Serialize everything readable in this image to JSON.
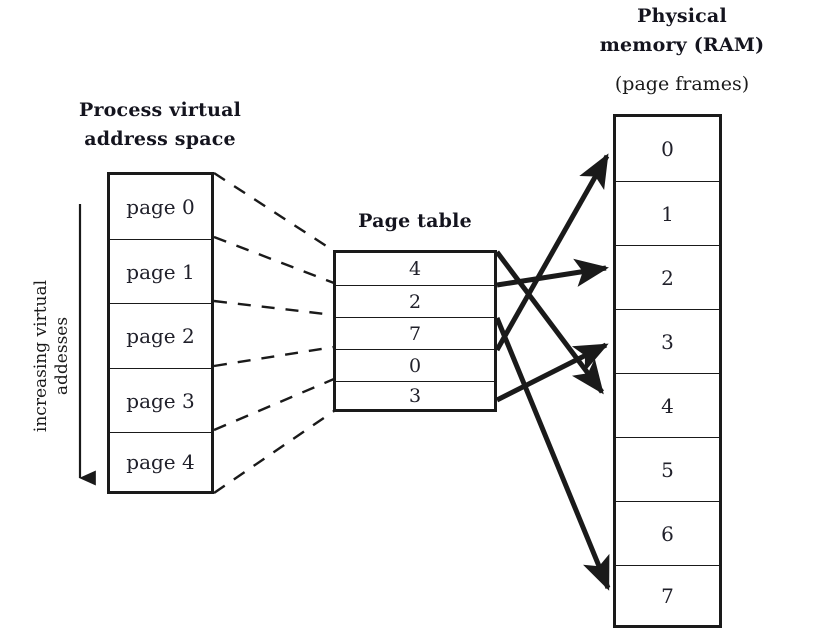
{
  "diagram": {
    "labels": {
      "vas_title": "Process virtual\naddress space",
      "page_table_title": "Page table",
      "ram_title": "Physical\nmemory (RAM)",
      "ram_subtitle": "(page frames)",
      "increasing_addresses": "increasing virtual\naddesses"
    },
    "virtual_address_space": {
      "pages": [
        "page 0",
        "page 1",
        "page 2",
        "page 3",
        "page 4"
      ]
    },
    "page_table": {
      "entries": [
        "4",
        "2",
        "7",
        "0",
        "3"
      ]
    },
    "physical_memory": {
      "frames": [
        "0",
        "1",
        "2",
        "3",
        "4",
        "5",
        "6",
        "7"
      ]
    },
    "mappings": [
      {
        "page": "page 0",
        "entry_index": 0,
        "frame": "4"
      },
      {
        "page": "page 1",
        "entry_index": 1,
        "frame": "2"
      },
      {
        "page": "page 2",
        "entry_index": 2,
        "frame": "7"
      },
      {
        "page": "page 3",
        "entry_index": 3,
        "frame": "0"
      },
      {
        "page": "page 4",
        "entry_index": 4,
        "frame": "3"
      }
    ],
    "colors": {
      "stroke": "#1a1a1a",
      "text": "#20202a",
      "background": "#ffffff"
    }
  }
}
